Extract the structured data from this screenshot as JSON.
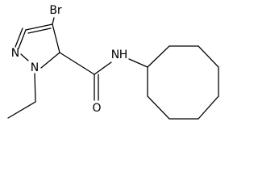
{
  "molecule": {
    "atoms": {
      "br": "Br",
      "n_ring_upper": "N",
      "n_ring_lower": "N",
      "nh": "N",
      "nh_h": "H",
      "o": "O"
    },
    "colors": {
      "bond": "#000000",
      "label": "#000000",
      "background": "#ffffff"
    }
  }
}
